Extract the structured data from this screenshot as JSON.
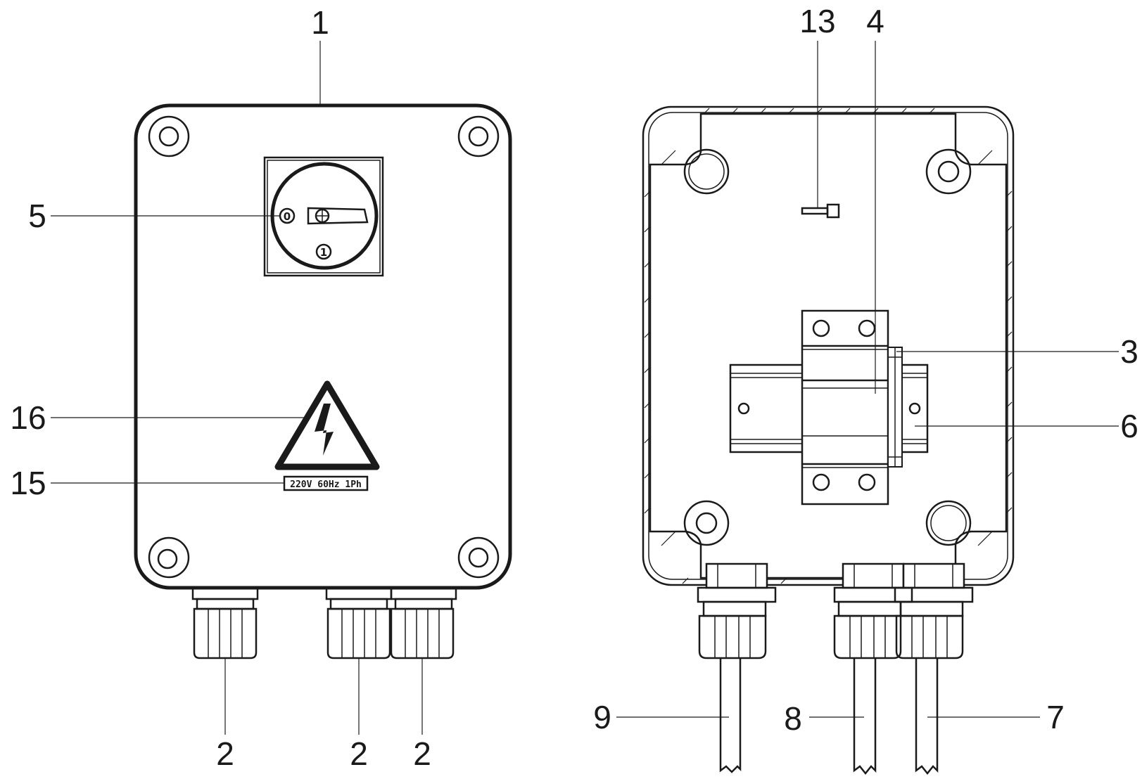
{
  "callouts": {
    "enclosure_front": "1",
    "cable_gland": "2",
    "rail_clip": "3",
    "contactor": "4",
    "rotary_switch": "5",
    "din_rail": "6",
    "cable_right": "7",
    "cable_middle": "8",
    "cable_left": "9",
    "ground_screw": "13",
    "voltage_plate": "15",
    "warning_sign": "16"
  },
  "switch": {
    "off_label": "0",
    "on_label": "1"
  },
  "rating_plate": "220V 60Hz 1Ph"
}
